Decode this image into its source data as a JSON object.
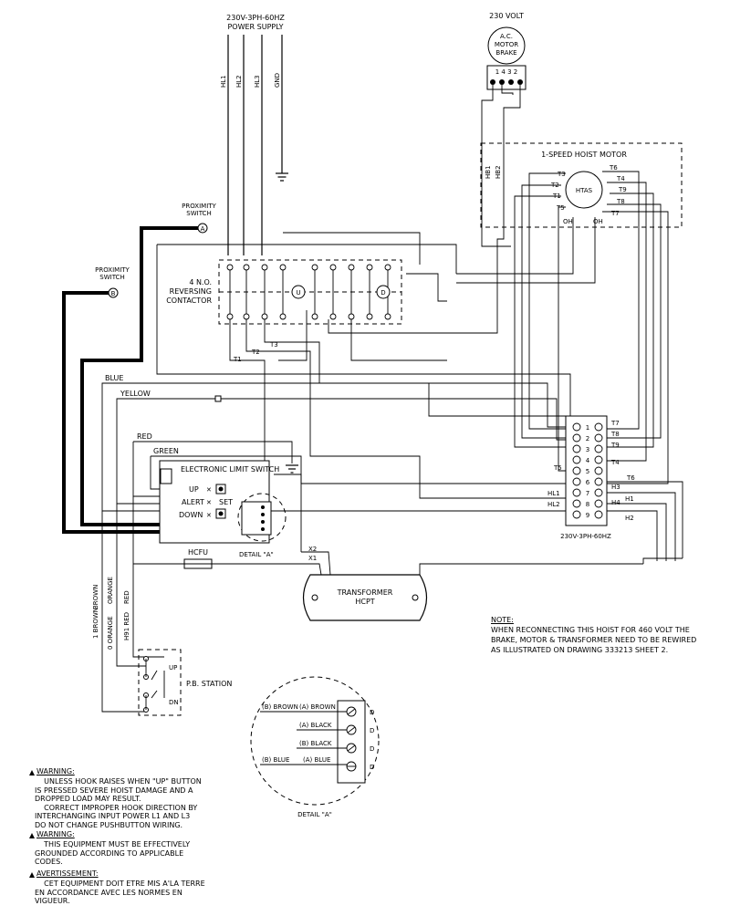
{
  "power_supply": {
    "line1": "230V-3PH-60HZ",
    "line2": "POWER SUPPLY",
    "lines": [
      "HL1",
      "HL2",
      "HL3",
      "GND"
    ]
  },
  "brake": {
    "line1": "230 VOLT",
    "line2": "A.C.",
    "line3": "MOTOR",
    "line4": "BRAKE",
    "terminals": "1 4 3 2",
    "leads": [
      "HB1",
      "HB2"
    ]
  },
  "motor": {
    "title": "1-SPEED HOIST MOTOR",
    "center": "HTAS",
    "terminals": [
      "T3",
      "T2",
      "T1",
      "T5",
      "T6",
      "T4",
      "T9",
      "T8",
      "T7",
      "OH",
      "OH"
    ]
  },
  "prox_a": {
    "line1": "PROXIMITY",
    "line2": "SWITCH",
    "tag": "A"
  },
  "prox_b": {
    "line1": "PROXIMITY",
    "line2": "SWITCH",
    "tag": "B"
  },
  "contactor": {
    "line1": "4 N.O.",
    "line2": "REVERSING",
    "line3": "CONTACTOR",
    "coil_u": "U",
    "coil_d": "D",
    "outputs": [
      "T1",
      "T2",
      "T3"
    ]
  },
  "wires": {
    "blue": "BLUE",
    "yellow": "YELLOW",
    "red": "RED",
    "green": "GREEN"
  },
  "limit_switch": {
    "title": "ELECTRONIC LIMIT SWITCH",
    "up": "UP",
    "alert": "ALERT",
    "set": "SET",
    "down": "DOWN",
    "detail": "DETAIL \"A\""
  },
  "terminal_block": {
    "numbers": [
      "1",
      "2",
      "3",
      "4",
      "5",
      "6",
      "7",
      "8",
      "9"
    ],
    "right_labels": [
      "T7",
      "T8",
      "T9",
      "T4",
      "T6",
      "H3",
      "H1",
      "H2"
    ],
    "left_labels": [
      "T5",
      "HL1",
      "HL2"
    ],
    "h4": "H4",
    "supply": "230V-3PH-60HZ"
  },
  "transformer": {
    "line1": "TRANSFORMER",
    "line2": "HCPT",
    "x2": "X2",
    "x1": "X1",
    "fuse": "HCFU"
  },
  "pendant": {
    "wires": [
      "1 BROWN",
      "BROWN",
      "0 ORANGE",
      "ORANGE",
      "H91 RED",
      "RED"
    ],
    "station": "P.B. STATION",
    "up": "UP",
    "dn": "DN"
  },
  "note": {
    "title": "NOTE:",
    "lines": [
      "WHEN RECONNECTING THIS HOIST FOR 460 VOLT THE",
      "BRAKE, MOTOR & TRANSFORMER NEED TO BE REWIRED",
      "AS ILLUSTRATED ON DRAWING 333213 SHEET 2."
    ]
  },
  "detail_a": {
    "rows": [
      [
        "(B) BROWN",
        "(A) BROWN",
        "D"
      ],
      [
        "",
        "(A) BLACK",
        "D"
      ],
      [
        "",
        "(B) BLACK",
        "D"
      ],
      [
        "(B) BLUE",
        "(A) BLUE",
        "D"
      ]
    ],
    "label": "DETAIL \"A\""
  },
  "warnings": {
    "w1_title": "WARNING:",
    "w1_text": "    UNLESS HOOK RAISES WHEN \"UP\" BUTTON\nIS PRESSED SEVERE HOIST DAMAGE AND A\nDROPPED LOAD MAY RESULT.\n    CORRECT IMPROPER HOOK DIRECTION BY\nINTERCHANGING INPUT POWER L1 AND L3\nDO NOT CHANGE PUSHBUTTON WIRING.",
    "w2_title": "WARNING:",
    "w2_text": "    THIS EQUIPMENT MUST BE EFFECTIVELY\nGROUNDED ACCORDING TO APPLICABLE\nCODES.",
    "w3_title": "AVERTISSEMENT:",
    "w3_text": "    CET EQUIPMENT DOIT ETRE MIS A'LA TERRE\nEN ACCORDANCE AVEC LES NORMES EN\nVIGUEUR."
  }
}
